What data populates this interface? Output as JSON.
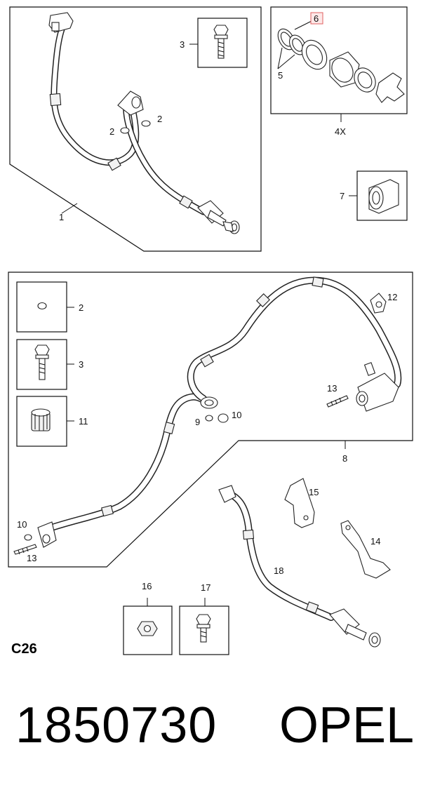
{
  "labels": {
    "l1": "1",
    "l2a": "2",
    "l2b": "2",
    "l3": "3",
    "l5": "5",
    "l6": "6",
    "l4x": "4X",
    "l7": "7",
    "l2c": "2",
    "l3c": "3",
    "l11": "11",
    "l12": "12",
    "l13a": "13",
    "l9": "9",
    "l10a": "10",
    "l8": "8",
    "l10b": "10",
    "l13b": "13",
    "l15": "15",
    "l14": "14",
    "l18": "18",
    "l16": "16",
    "l17": "17"
  },
  "colors": {
    "highlight_border": "#e06060",
    "highlight_fill": "#fde8e8"
  },
  "footer": {
    "code": "C26",
    "part_number": "1850730",
    "brand": "OPEL"
  }
}
